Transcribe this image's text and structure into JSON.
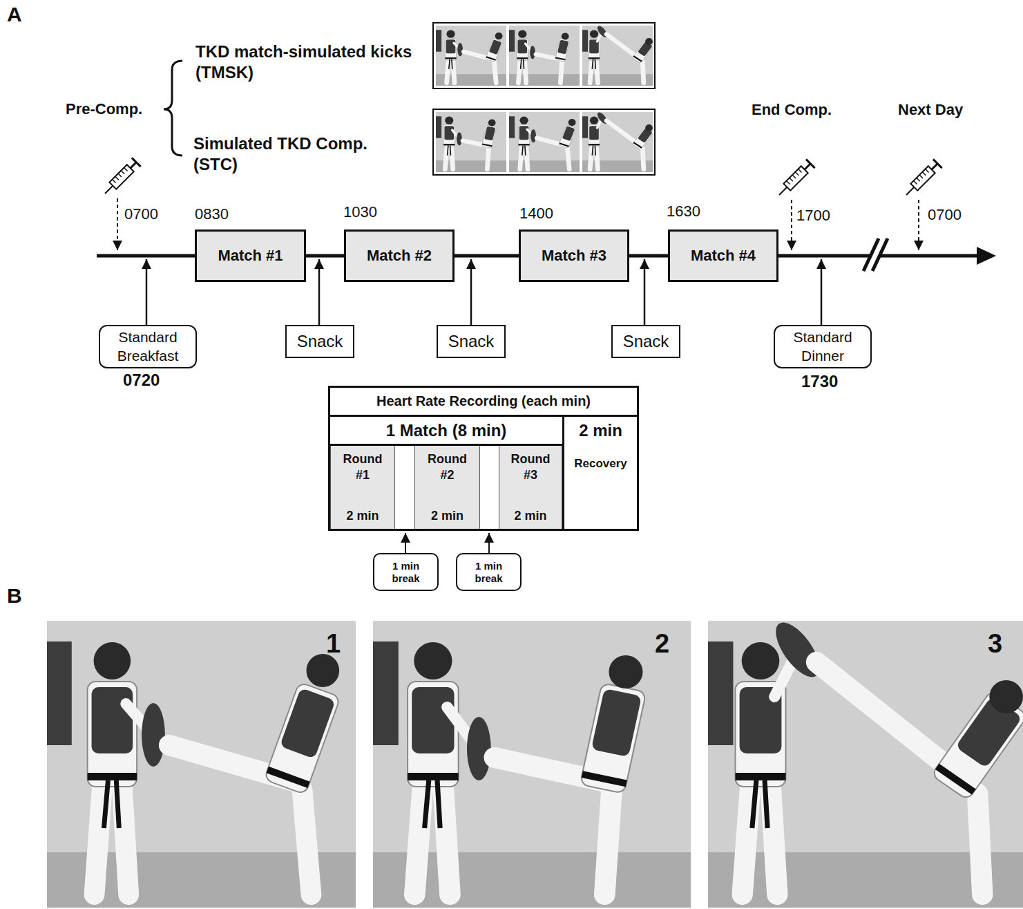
{
  "diagram": {
    "nodes": [
      {
        "text": [
          "Match #1"
        ]
      },
      {
        "text": [
          "Match #2"
        ]
      },
      {
        "text": [
          "Match #3"
        ]
      },
      {
        "text": [
          "Match #4"
        ]
      },
      {
        "text": [
          "Standard Breakfast"
        ]
      },
      {
        "text": [
          "Snack"
        ]
      },
      {
        "text": [
          "Snack"
        ]
      },
      {
        "text": [
          "Snack"
        ]
      },
      {
        "text": [
          "Standard Dinner"
        ]
      },
      {
        "text": [
          "Heart Rate Recording (each min)"
        ]
      },
      {
        "text": [
          "1 Match (8 min)"
        ],
        "in": 9
      },
      {
        "text": [
          "Round #1",
          "2 min"
        ],
        "in": 10
      },
      {
        "text": [
          "Round #2",
          "2 min"
        ],
        "in": 10
      },
      {
        "text": [
          "Round #3",
          "2 min"
        ],
        "in": 10
      },
      {
        "text": [
          "2 min",
          "Recovery"
        ],
        "in": 9
      },
      {
        "text": [
          "1 min break"
        ]
      },
      {
        "text": [
          "1 min break"
        ]
      }
    ],
    "edges": [
      {
        "from": 0,
        "to": 1,
        "arrow": "none"
      },
      {
        "from": 1,
        "to": 2,
        "arrow": "none"
      },
      {
        "from": 2,
        "to": 3,
        "arrow": "none"
      }
    ],
    "labels": [
      "A",
      "Pre-Comp.",
      "TKD match-simulated kicks (TMSK)",
      "Simulated TKD Comp. (STC)",
      "End Comp.",
      "Next Day",
      "0700",
      "0830",
      "1030",
      "1400",
      "1630",
      "1700",
      "0700",
      "0720",
      "1730",
      "B",
      "1",
      "2",
      "3"
    ]
  }
}
